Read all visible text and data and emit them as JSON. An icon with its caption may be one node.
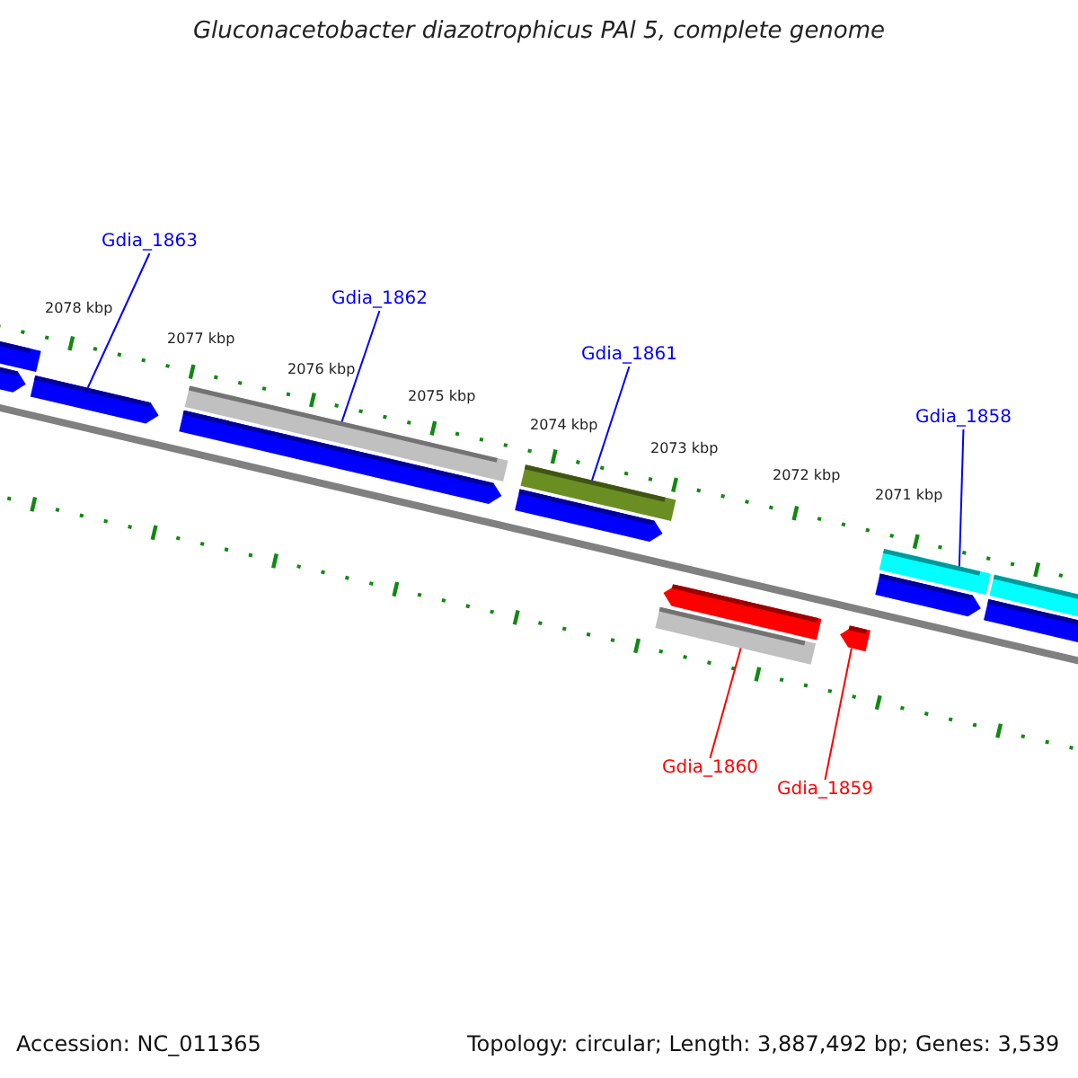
{
  "diagram": {
    "title": "Gluconacetobacter diazotrophicus PAl 5, complete genome",
    "nodes": [
      {
        "text": [
          "Gdia_1863"
        ]
      },
      {
        "text": [],
        "shape": "bar"
      },
      {
        "text": [
          "Gdia_1862"
        ]
      },
      {
        "text": [],
        "shape": "bar"
      },
      {
        "text": [
          "Gdia_1861"
        ]
      },
      {
        "text": [],
        "shape": "bar"
      },
      {
        "text": [
          "Gdia_1858"
        ]
      },
      {
        "text": [],
        "shape": "bar"
      },
      {
        "text": [
          "Gdia_1860"
        ]
      },
      {
        "text": [],
        "shape": "bar"
      },
      {
        "text": [
          "Gdia_1859"
        ]
      },
      {
        "text": [],
        "shape": "bar"
      }
    ],
    "edges": [
      {
        "from": 0,
        "to": 1,
        "arrow": "none"
      },
      {
        "from": 2,
        "to": 3,
        "arrow": "none"
      },
      {
        "from": 4,
        "to": 5,
        "arrow": "none"
      },
      {
        "from": 6,
        "to": 7,
        "arrow": "none"
      },
      {
        "from": 8,
        "to": 9,
        "arrow": "none",
        "color": "#ff0000"
      },
      {
        "from": 10,
        "to": 11,
        "arrow": "none",
        "color": "#ff0000"
      }
    ],
    "labels": [
      "2078 kbp",
      "2077 kbp",
      "2076 kbp",
      "2075 kbp",
      "2074 kbp",
      "2073 kbp",
      "2072 kbp",
      "2071 kbp",
      "Accession: NC_011365",
      "Topology: circular; Length: 3,887,492 bp; Genes: 3,539"
    ]
  }
}
